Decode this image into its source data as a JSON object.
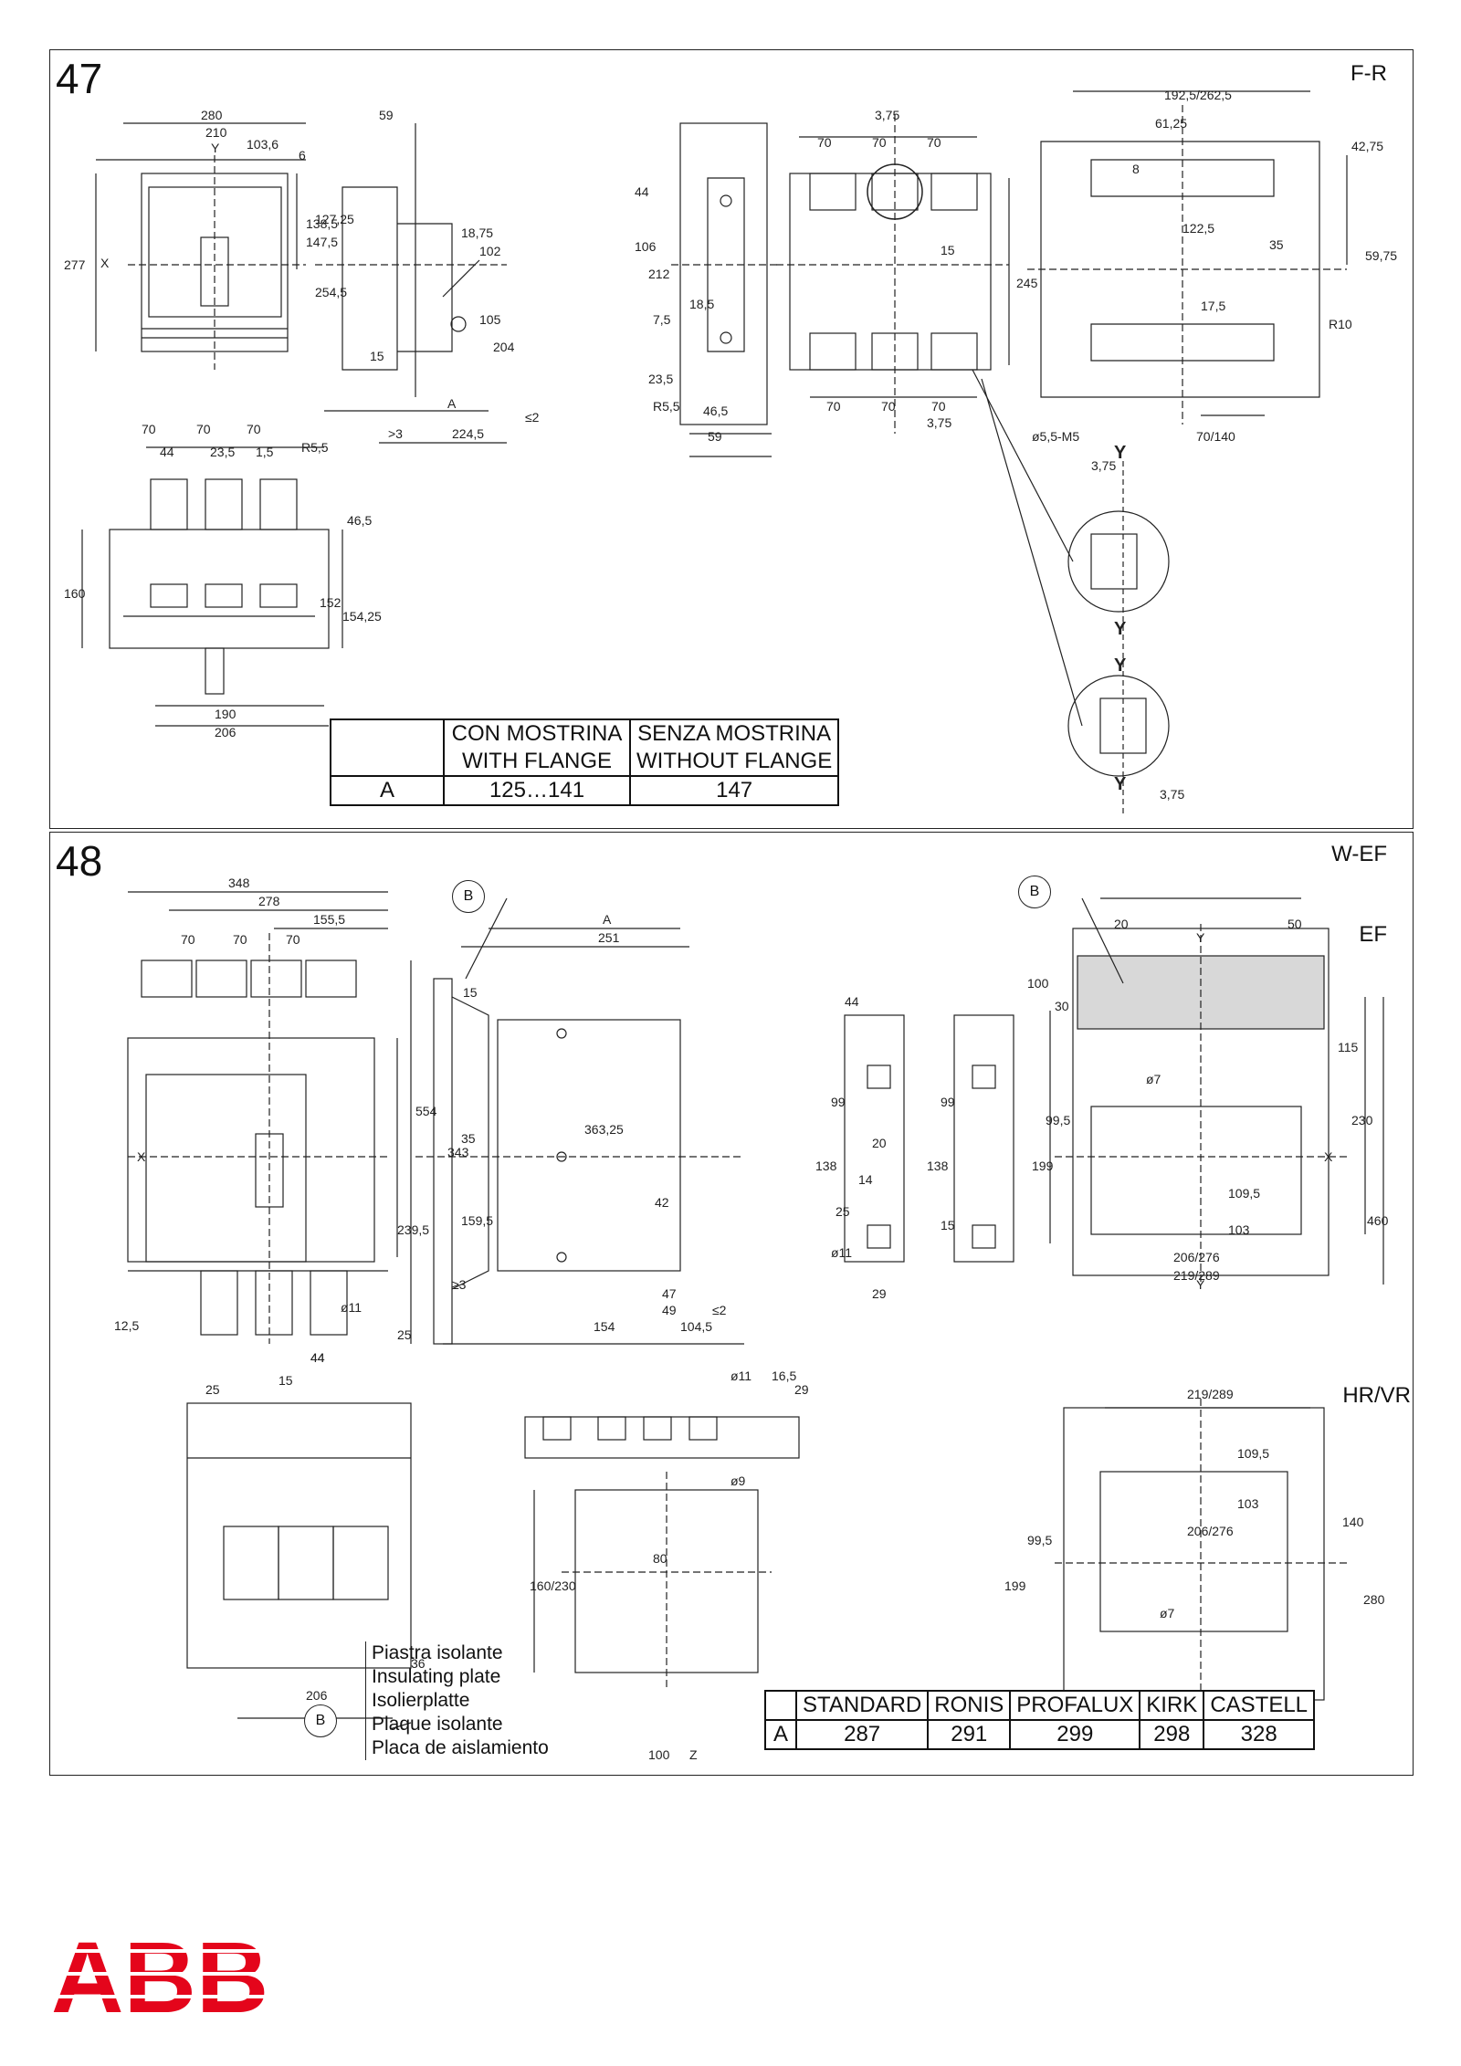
{
  "brand": {
    "logo_text": "ABB",
    "color": "#e4051b"
  },
  "panel47": {
    "number": "47",
    "code": "F-R",
    "dims": {
      "front_top": [
        "280",
        "210",
        "103,6",
        "6"
      ],
      "front_right": [
        "138,5",
        "147,5"
      ],
      "front_left": "277",
      "side_top": "59",
      "side_left": [
        "127,25",
        "254,5",
        "15"
      ],
      "side_mid": [
        "18,75",
        "102",
        "105",
        "204"
      ],
      "side_bottom": [
        "A",
        "≤2",
        ">3",
        "224,5"
      ],
      "depth_left": [
        "44",
        "106",
        "212",
        "7,5",
        "23,5"
      ],
      "depth_mid": [
        "18,5",
        "46,5",
        "59"
      ],
      "depth_r": "R5,5",
      "terminal_top": [
        "3,75",
        "70",
        "70",
        "70"
      ],
      "terminal_mid": "15",
      "terminal_bottom": [
        "70",
        "70",
        "70",
        "3,75"
      ],
      "cutout_top": [
        "192,5/262,5",
        "61,25",
        "8",
        "42,75"
      ],
      "cutout_right": [
        "59,75",
        "35",
        "122,5",
        "17,5",
        "R10"
      ],
      "cutout_left": "245",
      "cutout_bottom": [
        "ø5,5-M5",
        "70/140"
      ],
      "detail": "3,75",
      "bottom_top": [
        "70",
        "70",
        "70",
        "44",
        "23,5",
        "1,5",
        "R5,5"
      ],
      "bottom_right": [
        "46,5",
        "152",
        "154,25"
      ],
      "bottom_left": "160",
      "bottom_bottom": [
        "190",
        "206"
      ],
      "axis_x": "X",
      "axis_y": "Y"
    },
    "table": {
      "headers": [
        [
          "CON MOSTRINA",
          "WITH FLANGE"
        ],
        [
          "SENZA MOSTRINA",
          "WITHOUT FLANGE"
        ]
      ],
      "row_label": "A",
      "values": [
        "125…141",
        "147"
      ]
    }
  },
  "panel48": {
    "number": "48",
    "code_top": "W-EF",
    "code_ef": "EF",
    "code_hr": "HR/VR",
    "marker": "B",
    "dims": {
      "front_top": [
        "348",
        "278",
        "155,5",
        "70",
        "70",
        "70"
      ],
      "front_right": [
        "554",
        "239,5",
        "25",
        "ø11"
      ],
      "front_bottom": [
        "12,5",
        "44"
      ],
      "side_top": [
        "A",
        "251",
        "15"
      ],
      "side_left": [
        "343",
        "35",
        "159,5",
        "≥3"
      ],
      "side_mid": [
        "363,25",
        "42"
      ],
      "side_bottom": [
        "47",
        "49",
        "104,5",
        "154",
        "≤2"
      ],
      "terminal": [
        "44",
        "99",
        "20",
        "14",
        "25",
        "138",
        "ø11",
        "29",
        "99",
        "138",
        "15"
      ],
      "ef_cut": [
        "20",
        "50",
        "100",
        "30",
        "ø7",
        "99,5",
        "199",
        "109,5",
        "103",
        "206/276",
        "219/289",
        "115",
        "230",
        "460"
      ],
      "hr_top": [
        "25",
        "15",
        "44",
        "ø11",
        "16,5",
        "29",
        "36",
        "206"
      ],
      "hr_cut": [
        "ø9",
        "80",
        "160/230",
        "100",
        "Z"
      ],
      "hr_panel": [
        "219/289",
        "109,5",
        "103",
        "206/276",
        "99,5",
        "199",
        "ø7",
        "140",
        "280"
      ],
      "axis_x": "X",
      "axis_y": "Y"
    },
    "legend": [
      "Piastra isolante",
      "Insulating plate",
      "Isolierplatte",
      "Plaque isolante",
      "Placa de aislamiento"
    ],
    "table": {
      "headers": [
        "STANDARD",
        "RONIS",
        "PROFALUX",
        "KIRK",
        "CASTELL"
      ],
      "row_label": "A",
      "values": [
        "287",
        "291",
        "299",
        "298",
        "328"
      ]
    }
  }
}
